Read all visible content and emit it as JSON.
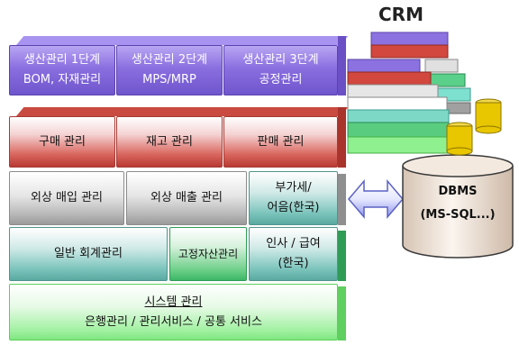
{
  "crm_label": "CRM",
  "dbms": {
    "line1": "DBMS",
    "line2": "(MS-SQL...)"
  },
  "tiers": {
    "production": [
      {
        "line1": "생산관리 1단계",
        "line2": "BOM, 자재관리"
      },
      {
        "line1": "생산관리 2단계",
        "line2": "MPS/MRP"
      },
      {
        "line1": "생산관리 3단계",
        "line2": "공정관리"
      }
    ],
    "operations": [
      {
        "label": "구매 관리"
      },
      {
        "label": "재고 관리"
      },
      {
        "label": "판매 관리"
      }
    ],
    "receivables": [
      {
        "line1": "외상 매입 관리",
        "line2": ""
      },
      {
        "line1": "외상 매출 관리",
        "line2": ""
      },
      {
        "line1": "부가세/",
        "line2": "어음(한국)"
      }
    ],
    "accounting": [
      {
        "line1": "일반 회계관리",
        "line2": ""
      },
      {
        "line1": "고정자산관리",
        "line2": ""
      },
      {
        "line1": "인사 / 급여",
        "line2": "(한국)"
      }
    ],
    "system": {
      "title": "시스템 관리",
      "subtitle": "은행관리 / 관리서비스 / 공통 서비스"
    }
  },
  "colors": {
    "purple": "#8a6fe0",
    "red": "#c94a40",
    "gray": "#b9b9b9",
    "green": "#3cb766",
    "lightgreen": "#9ff09f",
    "gold": "#e8c600",
    "db": "#e9dcd0"
  }
}
